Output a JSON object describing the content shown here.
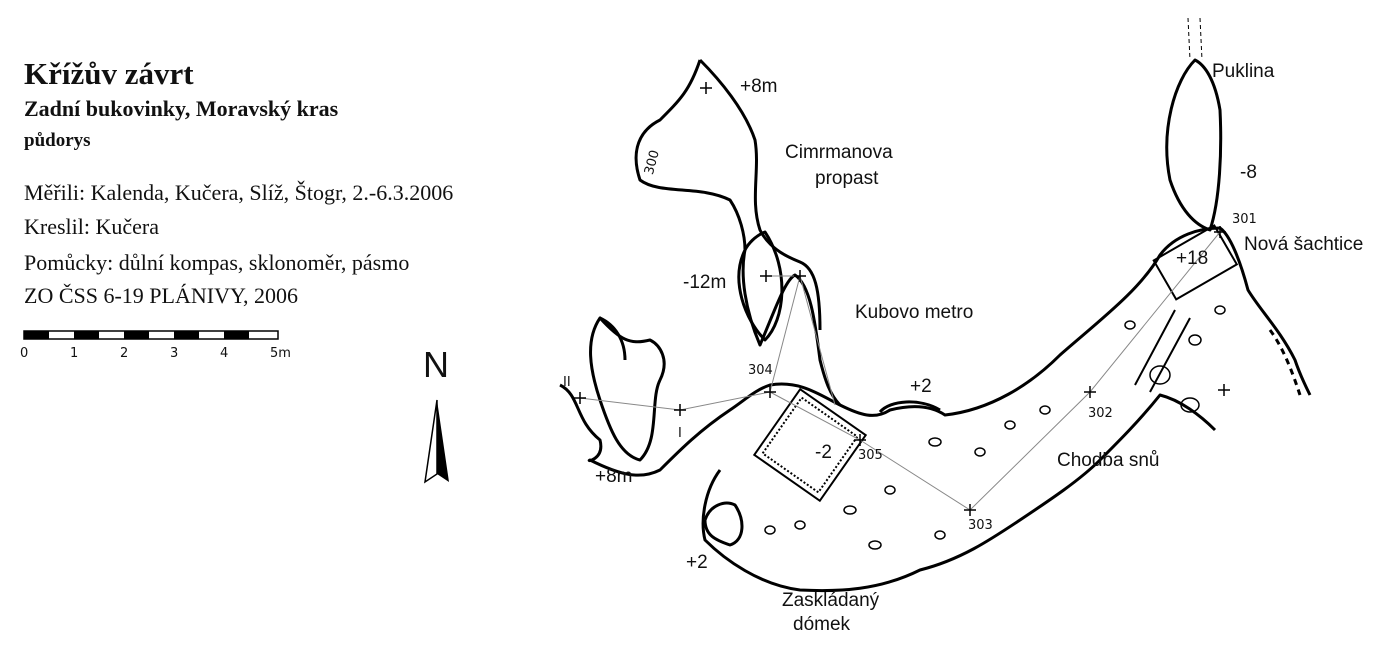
{
  "legend": {
    "title": "Křížův závrt",
    "subtitle": "Zadní bukovinky, Moravský kras",
    "kind": "půdorys",
    "meta": [
      "Měřili: Kalenda, Kučera, Slíž, Štogr, 2.-6.3.2006",
      "Kreslil: Kučera",
      "Pomůcky: důlní kompas, sklonoměr, pásmo",
      "ZO ČSS 6-19 PLÁNIVY, 2006"
    ]
  },
  "scale_bar": {
    "ticks": [
      "0",
      "1",
      "2",
      "3",
      "4",
      "5m"
    ]
  },
  "north_arrow": {
    "label": "N"
  },
  "map_labels": {
    "plus8_top": "+8m",
    "cimrmanova": "Cimrmanova",
    "propast": "propast",
    "minus12": "-12m",
    "kubovo": "Kubovo metro",
    "plus2_mid": "+2",
    "st304": "304",
    "roman2": "II",
    "roman1": "I",
    "plus8_left": "+8m",
    "minus2": "-2",
    "st305": "305",
    "st303": "303",
    "plus2_low": "+2",
    "zasklad": "Zaskládaný",
    "domek": "dómek",
    "chodba": "Chodba snů",
    "st302": "302",
    "plus18": "+18",
    "st301": "301",
    "nova": "Nová šachtice",
    "minus8": "-8",
    "puklina": "Puklina",
    "st300": "300"
  }
}
